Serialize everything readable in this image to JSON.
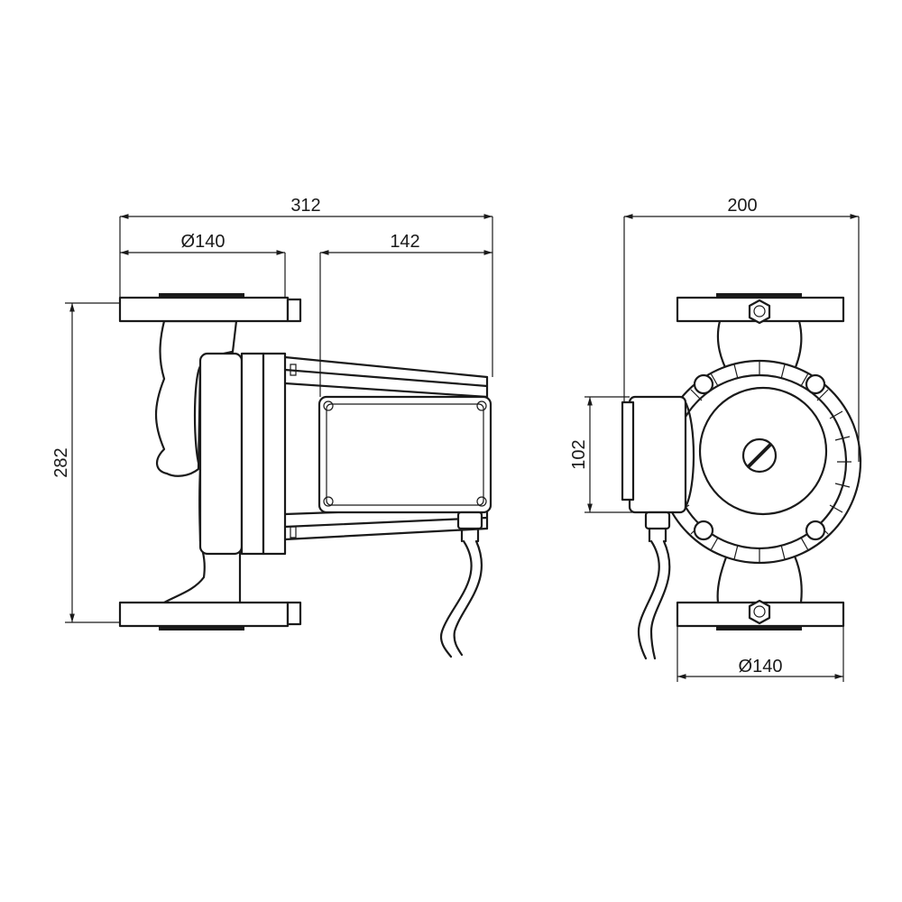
{
  "drawing": {
    "side_view": {
      "overall_length": "312",
      "flange_diameter": "Ø140",
      "motor_length": "142",
      "height": "282"
    },
    "front_view": {
      "width": "200",
      "terminal_box_height": "102",
      "flange_diameter": "Ø140"
    }
  },
  "colors": {
    "line": "#1a1a1a",
    "background": "#ffffff"
  }
}
